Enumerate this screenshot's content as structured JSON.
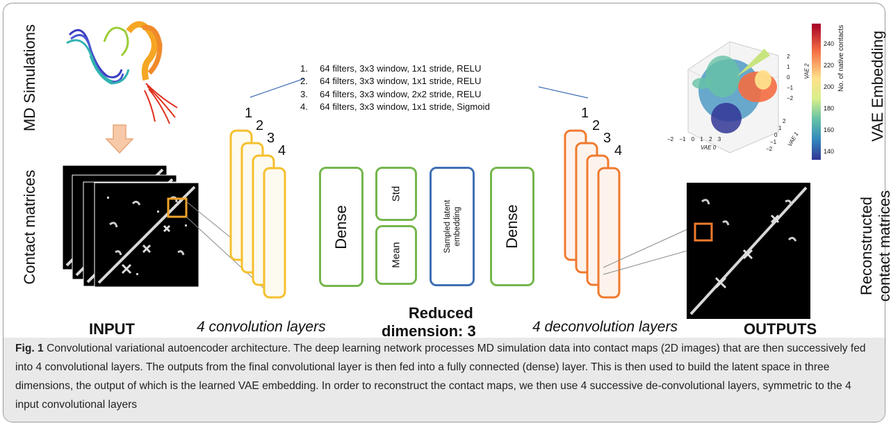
{
  "left_labels": {
    "md_simulations": "MD Simulations",
    "contact_matrices": "Contact matrices"
  },
  "right_labels": {
    "vae_embedding": "VAE Embedding",
    "reconstructed_line1": "Reconstructed",
    "reconstructed_line2": "contact matrices"
  },
  "bottom_labels": {
    "input": "INPUT",
    "conv_layers": "4 convolution layers",
    "reduced_line1": "Reduced",
    "reduced_line2": "dimension: 3",
    "deconv_layers": "4 deconvolution layers",
    "outputs": "OUTPUTS"
  },
  "filters": [
    {
      "n": "1.",
      "text": "64 filters, 3x3 window, 1x1 stride, RELU"
    },
    {
      "n": "2.",
      "text": "64 filters, 3x3 window, 1x1 stride, RELU"
    },
    {
      "n": "3.",
      "text": "64 filters, 3x3 window, 2x2 stride, RELU"
    },
    {
      "n": "4.",
      "text": "64 filters, 3x3 window, 1x1 stride, Sigmoid"
    }
  ],
  "layer_numbers": [
    "1",
    "2",
    "3",
    "4"
  ],
  "blocks": {
    "dense_left": "Dense",
    "std": "Std",
    "mean": "Mean",
    "sampled_line1": "Sampled latent",
    "sampled_line2": "embedding",
    "dense_right": "Dense"
  },
  "scatter3d": {
    "colorbar_label": "No. of native contacts",
    "colorbar_ticks": [
      "240",
      "220",
      "200",
      "180",
      "160",
      "140"
    ],
    "axis_labels": {
      "x": "VAE 0",
      "y": "VAE 1",
      "z": "VAE 2"
    },
    "x_ticks": [
      "−2",
      "−1",
      "0",
      "1",
      "2",
      "3"
    ],
    "y_ticks": [
      "−2",
      "−1",
      "0",
      "1",
      "2"
    ],
    "z_ticks": [
      "2",
      "1",
      "0",
      "−1",
      "−2"
    ]
  },
  "caption": {
    "fig_label": "Fig. 1",
    "text": "Convolutional variational autoencoder architecture. The deep learning network processes MD simulation data into contact maps (2D images) that are then successively fed into 4 convolutional layers. The outputs from the final convolutional layer is then fed into a fully connected (dense) layer. This is then used to build the latent space in three dimensions, the output of which is the learned VAE embedding. In order to reconstruct the contact maps, we then use 4 successive de-convolutional layers, symmetric to the 4 input convolutional layers"
  },
  "colors": {
    "conv": "#f5c02c",
    "deconv": "#f07a2f",
    "dense": "#74b64c",
    "sampled": "#3f6fb4",
    "arrow": "#f7c9a8"
  }
}
